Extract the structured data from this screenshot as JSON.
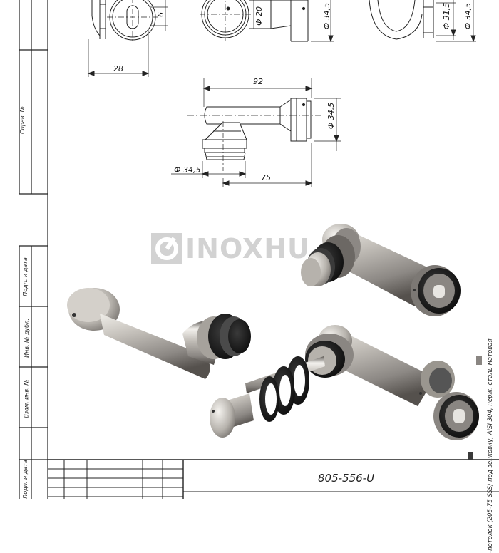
{
  "dimensions": {
    "d28": "28",
    "d6": "6",
    "d20": "Ф 20",
    "d345_top": "Ф 34,5",
    "d315": "Ф 31,5",
    "d345_right": "Ф 34,5",
    "d92": "92",
    "d345_side": "Ф 34,5",
    "d345_bottom": "Ф 34,5",
    "d75": "75"
  },
  "watermark": {
    "text": "INOXHU"
  },
  "title_block": {
    "drawing_code": "805-556-U",
    "description": "-потолок (205-75 SSS) под зенковку, AISI 304, нерж. сталь матовая"
  },
  "side_stamp": {
    "sprav": "Справ. №",
    "podp_data_1": "Подп. и дата",
    "inv_dubl": "Инв. № дубл.",
    "vzam_inv": "Взам. инв. №",
    "podp_data_2": "Подп. и дата"
  },
  "colors": {
    "metal_light": "#e6e4e0",
    "metal_mid": "#b4b0aa",
    "metal_dark": "#6c6864",
    "rubber": "#1e1e1e",
    "line": "#222222"
  }
}
